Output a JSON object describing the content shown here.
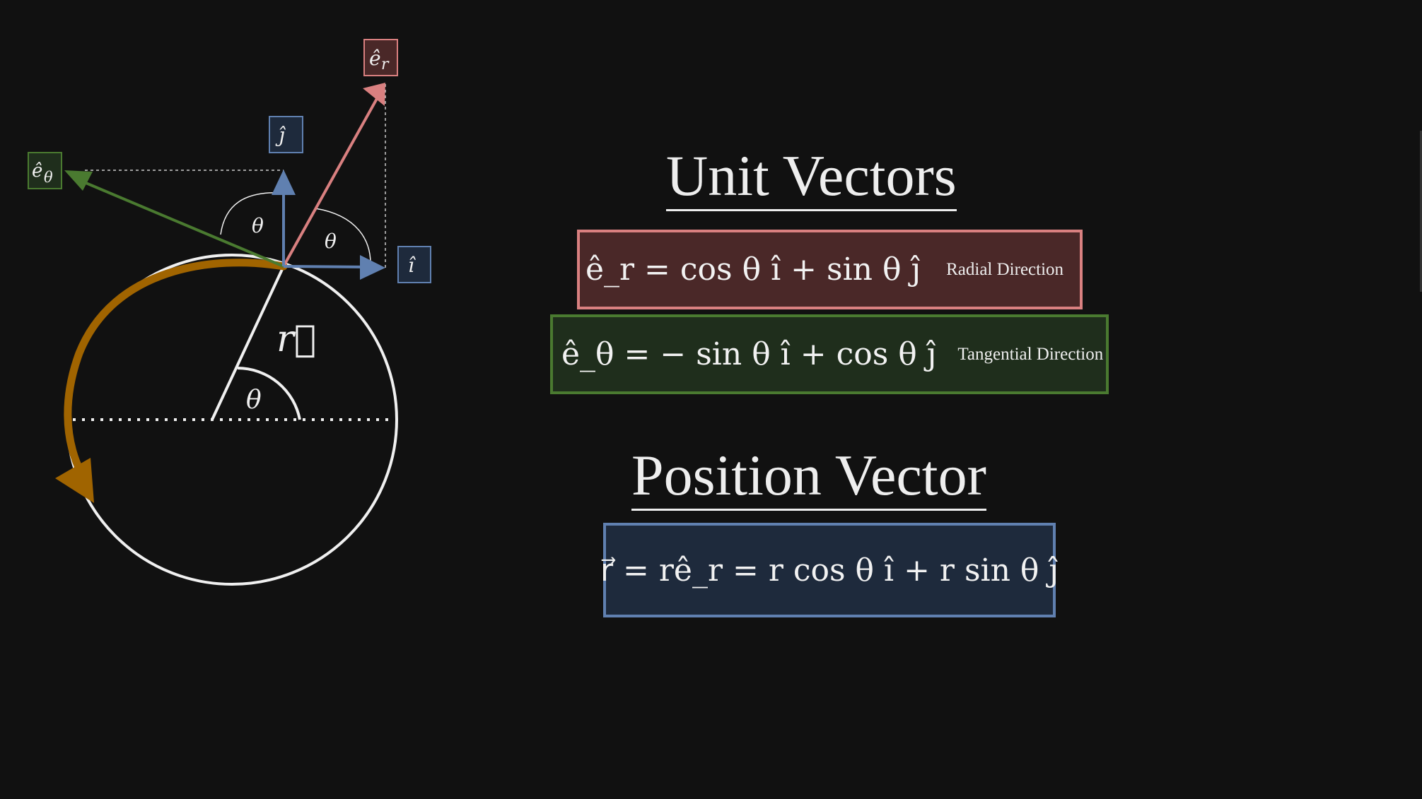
{
  "diagram": {
    "labels": {
      "e_r": "ê",
      "e_r_sub": "r",
      "e_theta": "ê",
      "e_theta_sub": "θ",
      "i_hat": "î",
      "j_hat": "ĵ",
      "r_vec": "r⃗",
      "theta_top_left": "θ",
      "theta_top_right": "θ",
      "theta_center": "θ"
    },
    "colors": {
      "background": "#111111",
      "radial": "#d98080",
      "radial_fill": "#4a2828",
      "tangential": "#4a7a30",
      "tangential_fill": "#1f2e1c",
      "basis": "#6080b0",
      "basis_fill": "#1e2a3c",
      "motion_arrow": "#a06400",
      "circle": "#f0f0f0"
    }
  },
  "unit_vectors": {
    "heading": "Unit Vectors",
    "radial_eq": "ê_r = cos θ î + sin θ ĵ",
    "radial_label": "Radial Direction",
    "tangential_eq": "ê_θ = − sin θ î + cos θ ĵ",
    "tangential_label": "Tangential  Direction"
  },
  "position_vector": {
    "heading": "Position Vector",
    "eq": "r⃗ = rê_r = r cos θ î + r sin θ ĵ"
  }
}
